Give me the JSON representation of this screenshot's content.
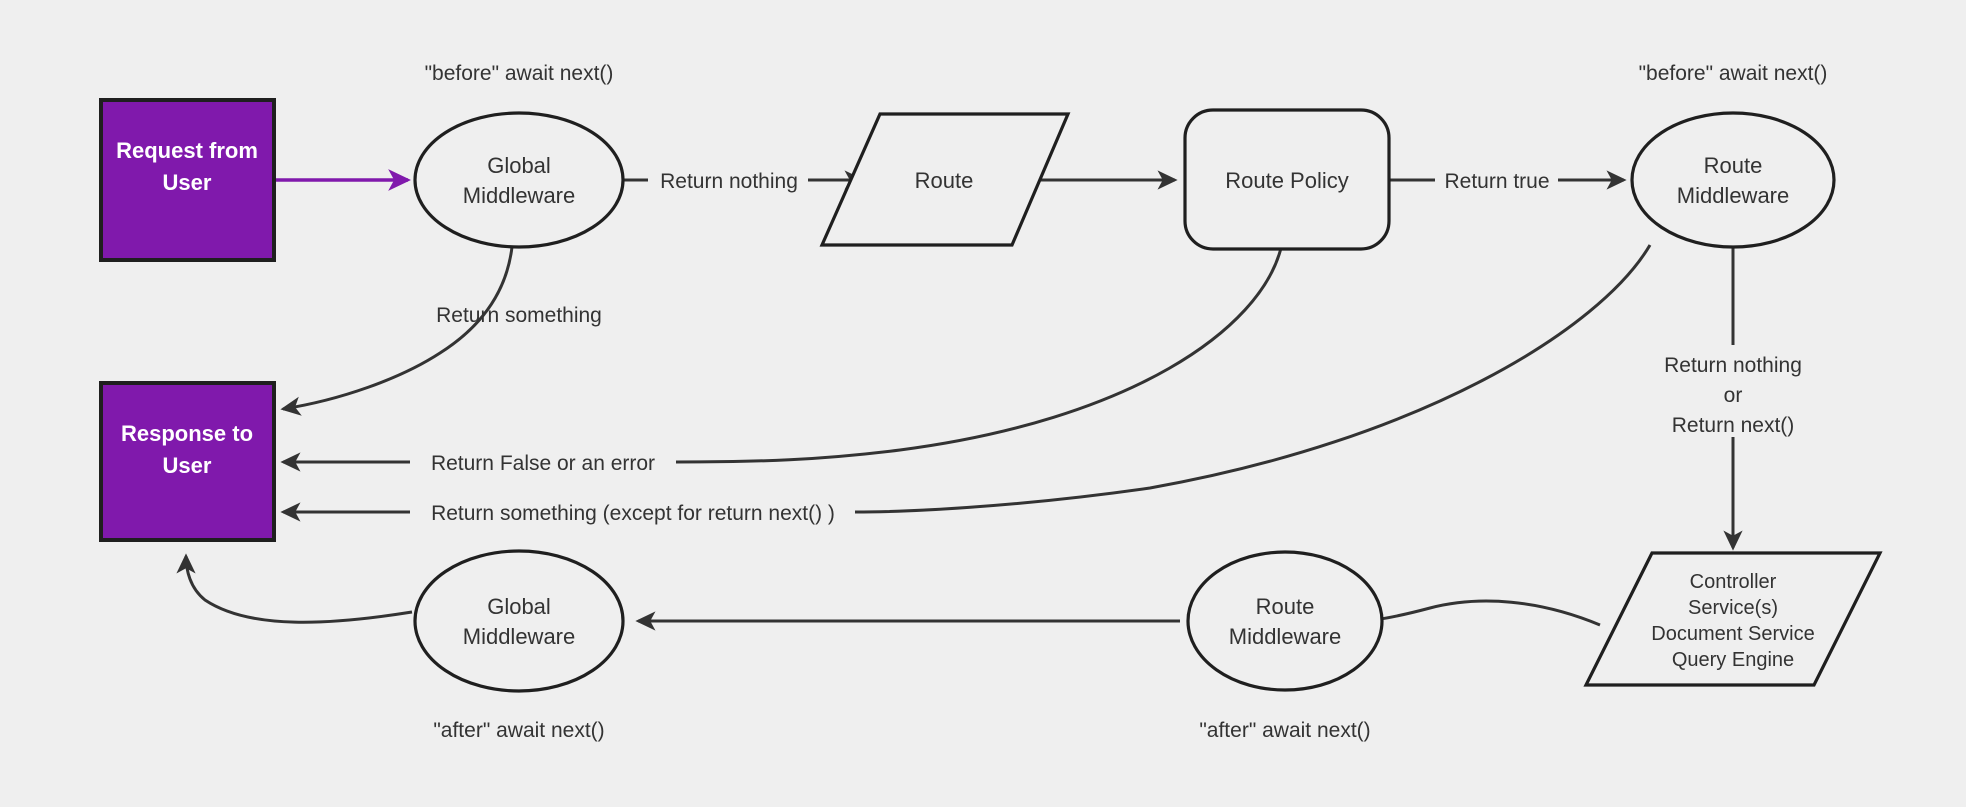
{
  "diagram": {
    "title": "Request lifecycle middleware flow",
    "background_color": "#efefef",
    "accent_color": "#8019ac",
    "stroke_color": "#1f1f1f",
    "text_color": "#333333"
  },
  "nodes": {
    "request_from_user": {
      "line1": "Request from",
      "line2": "User",
      "shape": "rectangle",
      "fill": "#8019ac"
    },
    "response_to_user": {
      "line1": "Response to",
      "line2": "User",
      "shape": "rectangle",
      "fill": "#8019ac"
    },
    "global_middleware_before": {
      "line1": "Global",
      "line2": "Middleware",
      "shape": "ellipse"
    },
    "route": {
      "line1": "Route",
      "shape": "parallelogram"
    },
    "route_policy": {
      "line1": "Route Policy",
      "shape": "rounded-rectangle"
    },
    "route_middleware_before": {
      "line1": "Route",
      "line2": "Middleware",
      "shape": "ellipse"
    },
    "controller": {
      "line1": "Controller",
      "line2": "Service(s)",
      "line3": "Document Service",
      "line4": "Query Engine",
      "shape": "parallelogram"
    },
    "route_middleware_after": {
      "line1": "Route",
      "line2": "Middleware",
      "shape": "ellipse"
    },
    "global_middleware_after": {
      "line1": "Global",
      "line2": "Middleware",
      "shape": "ellipse"
    }
  },
  "annotations": {
    "before_await_next_global": "\"before\" await next()",
    "before_await_next_route": "\"before\" await next()",
    "after_await_next_global": "\"after\" await next()",
    "after_await_next_route": "\"after\" await next()"
  },
  "edges": {
    "return_something": "Return something",
    "return_nothing": "Return nothing",
    "return_true": "Return true",
    "return_false_or_error": "Return False or an error",
    "return_something_except_next": "Return something (except for return next() )",
    "return_nothing_or_next_line1": "Return nothing",
    "return_nothing_or_next_line2": "or",
    "return_nothing_or_next_line3": "Return next()"
  }
}
